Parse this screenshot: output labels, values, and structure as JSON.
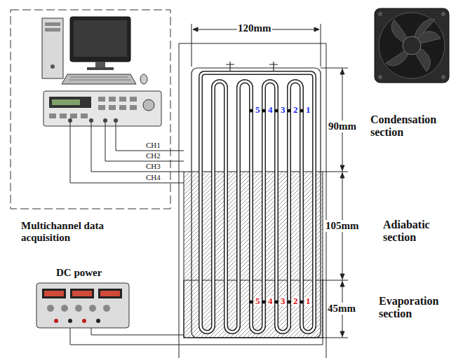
{
  "diagram": {
    "labels": [
      "120mm",
      "90mm",
      "Condensation section",
      "105mm",
      "Adiabatic section",
      "45mm",
      "Evaporation section",
      "CH1",
      "CH2",
      "CH3",
      "CH4",
      "Multichannel data acquisition",
      "DC power",
      "5",
      "4",
      "3",
      "2",
      "1",
      "5",
      "4",
      "3",
      "2",
      "1"
    ]
  }
}
